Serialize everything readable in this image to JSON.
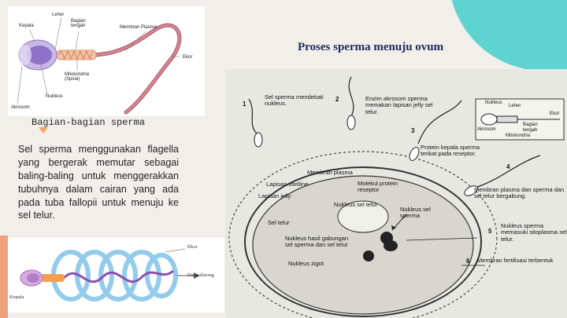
{
  "slide": {
    "title": "Proses sperma menuju ovum",
    "caption": "Bagian-bagian sperma",
    "body_text": "Sel sperma menggunakan flagella yang bergerak memutar sebagai baling-baling untuk menggerakkan tubuhnya dalam cairan yang ada pada tuba fallopii untuk menuju ke sel telur."
  },
  "sperm_diagram": {
    "labels": {
      "leher": "Leher",
      "kepala": "Kepala",
      "bagian_tengah": "Bagian tengah",
      "membran_plasma": "Membran Plasma",
      "ekor": "Ekor",
      "mitokondria": "Mitokondria (Spiral)",
      "nukleus": "Nukleus",
      "akrosom": "Akrosom"
    }
  },
  "motion_diagram": {
    "labels": {
      "ekor": "Ekor",
      "daya_dorong": "Daya dorong",
      "kepala": "Kepala"
    }
  },
  "fertilization_diagram": {
    "labels": {
      "n1": "1",
      "n2": "2",
      "n3": "3",
      "n4": "4",
      "n5": "5",
      "n6": "6",
      "step1": "Sel sperma mendekati nukleus.",
      "step2": "Enzim akrosom sperma memakan lapisan jelly sel telur.",
      "protein_kepala": "Protein kepala sperma terikat pada reseptor.",
      "membran_plasma": "Membran plasma",
      "lapisan_vitelline": "Lapisan vitelline",
      "molekul_protein": "Molekul protein reseptor",
      "lapisan_jelly": "Lapisan jelly",
      "nukleus_sel_telur": "Nukleus sel telur",
      "nukleus_sel_sperma": "Nukleus sel sperma",
      "sel_telur": "Sel telur",
      "nukleus_gabungan": "Nukleus hasil gabungan sel sperma dan sel telur",
      "nukleus_zigot": "Nukleus zigot",
      "inset_nukleus": "Nukleus",
      "inset_leher": "Leher",
      "inset_akrosom": "Akrosom",
      "inset_bagian_tengah": "Bagian tengah",
      "inset_ekor": "Ekor",
      "inset_mitokondria": "Mitokondria",
      "step4": "Membran plasma dan sperma dan sel telur bergabung.",
      "step5": "Nukleus sperma memasuki sitoplasma sel telur.",
      "step6": "Membran fertilisasi terbentuk"
    }
  }
}
